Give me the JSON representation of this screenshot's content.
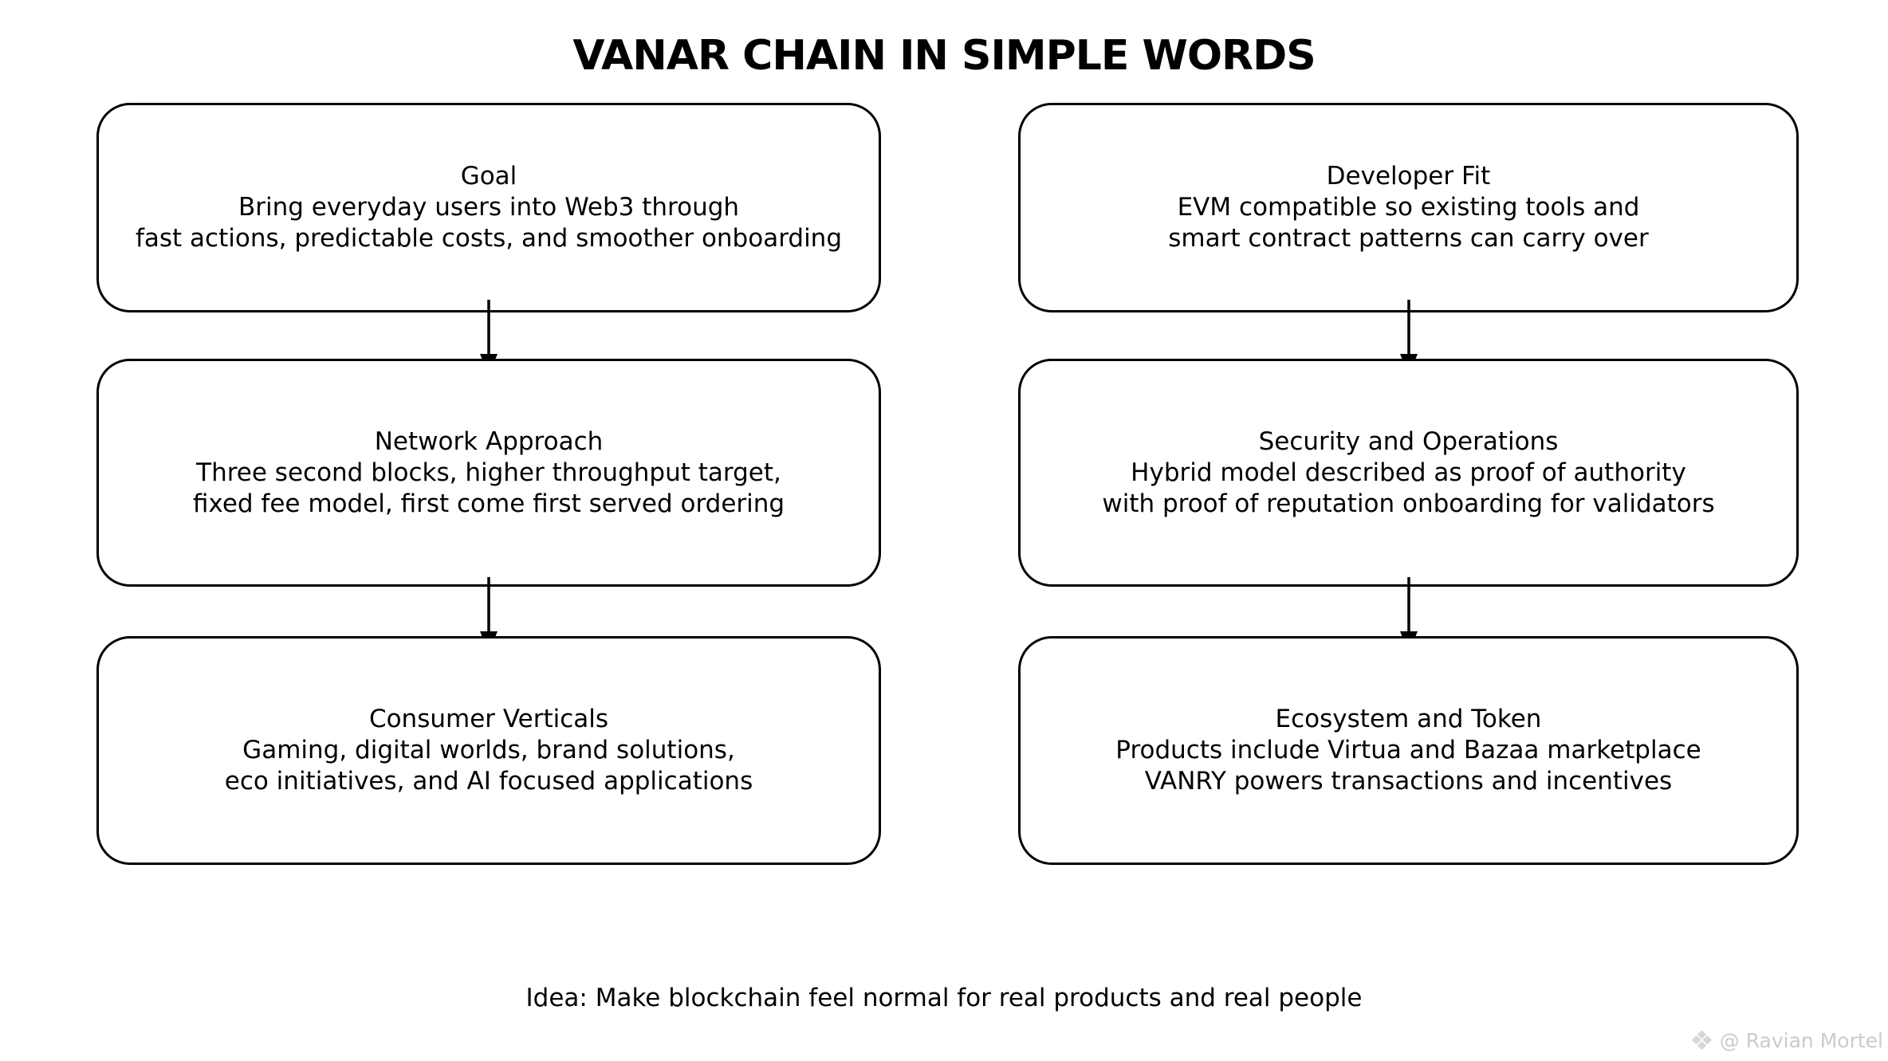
{
  "title": "VANAR CHAIN IN SIMPLE WORDS",
  "boxes": [
    {
      "name": "goal",
      "lines": [
        "Goal",
        "Bring everyday users into Web3 through",
        "fast actions, predictable costs, and smoother onboarding"
      ]
    },
    {
      "name": "developer-fit",
      "lines": [
        "Developer Fit",
        "EVM compatible so existing tools and",
        "smart contract patterns can carry over"
      ]
    },
    {
      "name": "network-approach",
      "lines": [
        "Network Approach",
        "Three second blocks, higher throughput target,",
        "fixed fee model, first come first served ordering"
      ]
    },
    {
      "name": "security-and-operations",
      "lines": [
        "Security and Operations",
        "Hybrid model described as proof of authority",
        "with proof of reputation onboarding for validators"
      ]
    },
    {
      "name": "consumer-verticals",
      "lines": [
        "Consumer Verticals",
        "Gaming, digital worlds, brand solutions,",
        "eco initiatives, and AI focused applications"
      ]
    },
    {
      "name": "ecosystem-and-token",
      "lines": [
        "Ecosystem and Token",
        "Products include Virtua and Bazaa marketplace",
        "VANRY powers transactions and incentives"
      ]
    }
  ],
  "caption": "Idea: Make blockchain feel normal for real products and real people",
  "watermark": {
    "icon": "diamond-logo-icon",
    "icon_glyph": "❖",
    "text": "@ Ravian Mortel"
  },
  "colors": {
    "background": "#ffffff",
    "stroke": "#000000",
    "text": "#000000",
    "watermark_text": "#cbcbcb"
  }
}
